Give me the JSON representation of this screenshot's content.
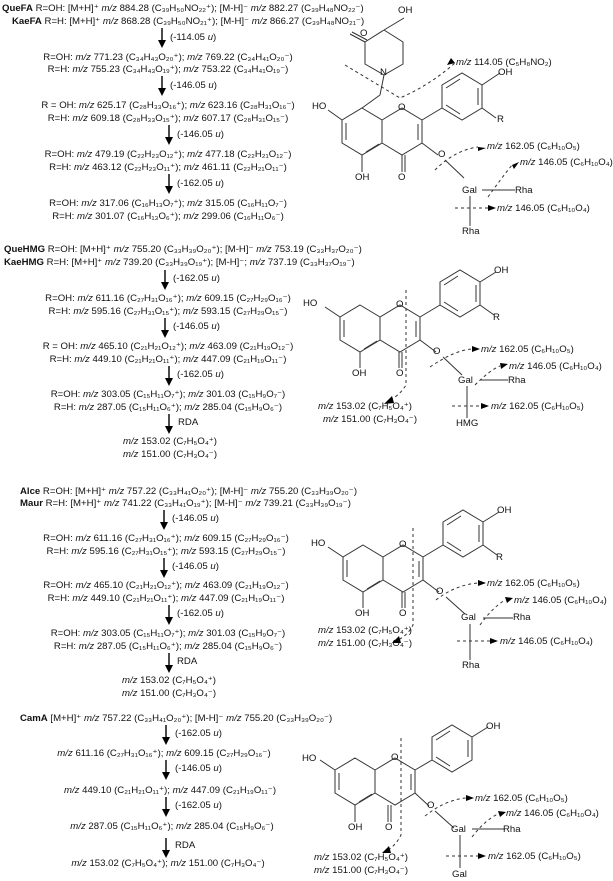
{
  "sections": [
    {
      "id": "quefa",
      "header": [
        {
          "name": "QueFA",
          "text": " R=OH: [M+H]⁺ m/z 884.28 (C₃₉H₅₀NO₂₂⁺); [M-H]⁻ m/z 882.27 (C₃₉H₄₈NO₂₂⁻)"
        },
        {
          "name": "KaeFA",
          "text": " R=H: [M+H]⁺ m/z 868.28 (C₃₉H₅₀NO₂₁⁺); [M-H]⁻ m/z 866.27 (C₃₉H₄₈NO₂₁⁻)"
        }
      ],
      "steps": [
        {
          "loss": "(-114.05 u)",
          "lines": [
            "R=OH: m/z 771.23 (C₃₄H₄₃O₂₀⁺); m/z 769.22 (C₃₄H₄₁O₂₀⁻)",
            "R=H: m/z 755.23 (C₃₄H₄₃O₁₉⁺); m/z 753.22 (C₃₄H₄₁O₁₉⁻)"
          ]
        },
        {
          "loss": "(-146.05 u)",
          "lines": [
            "R = OH: m/z 625.17 (C₂₈H₃₃O₁₆⁺); m/z 623.16 (C₂₈H₃₁O₁₆⁻)",
            "R=H: m/z 609.18 (C₂₈H₃₃O₁₅⁺); m/z 607.17 (C₂₈H₃₁O₁₅⁻)"
          ]
        },
        {
          "loss": "(-146.05 u)",
          "lines": [
            "R=OH: m/z 479.19 (C₂₂H₂₃O₁₂⁺); m/z 477.18 (C₂₂H₂₁O₁₂⁻)",
            "R=H: m/z 463.12 (C₂₂H₂₃O₁₁⁺); m/z 461.11 (C₂₂H₂₁O₁₁⁻)"
          ]
        },
        {
          "loss": "(-162.05 u)",
          "lines": [
            "R=OH: m/z 317.06 (C₁₆H₁₃O₇⁺); m/z 315.05 (C₁₆H₁₁O₇⁻)",
            "R=H: m/z 301.07 (C₁₆H₁₃O₆⁺); m/z 299.06 (C₁₆H₁₁O₆⁻)"
          ]
        }
      ],
      "structure": {
        "labels": {
          "oh_top": "OH",
          "o_carbonyl": "O",
          "n": "N",
          "ho": "HO",
          "oh_b": "OH",
          "r": "R",
          "o_ring": "O",
          "oh_5": "OH",
          "o_4": "O",
          "o_3": "O",
          "gal": "Gal",
          "rha1": "Rha",
          "rha2": "Rha"
        },
        "fragments": [
          "m/z 114.05 (C₅H₈NO₂)",
          "m/z 162.05 (C₆H₁₀O₅)",
          "m/z 146.05 (C₆H₁₀O₄)",
          "m/z 146.05 (C₆H₁₀O₄)"
        ]
      }
    },
    {
      "id": "quehmg",
      "header": [
        {
          "name": "QueHMG",
          "text": " R=OH: [M+H]⁺ m/z 755.20 (C₃₃H₃₉O₂₀⁺); [M-H]⁻ m/z 753.19 (C₃₃H₃₇O₂₀⁻)"
        },
        {
          "name": "KaeHMG",
          "text": " R=H: [M+H]⁺ m/z 739.20 (C₃₃H₃₉O₁₉⁺); [M-H]⁻; m/z 737.19 (C₃₃H₃₇O₁₉⁻)"
        }
      ],
      "steps": [
        {
          "loss": "(-162.05 u)",
          "lines": [
            "R=OH: m/z 611.16 (C₂₇H₃₁O₁₆⁺); m/z 609.15 (C₂₇H₂₉O₁₆⁻)",
            "R=H: m/z 595.16 (C₂₇H₃₁O₁₅⁺); m/z 593.15 (C₂₇H₂₉O₁₅⁻)"
          ]
        },
        {
          "loss": "(-146.05 u)",
          "lines": [
            "R = OH: m/z 465.10 (C₂₁H₂₁O₁₂⁺); m/z 463.09 (C₂₁H₁₉O₁₂⁻)",
            "R=H: m/z 449.10 (C₂₁H₂₁O₁₁⁺); m/z 447.09 (C₂₁H₁₉O₁₁⁻)"
          ]
        },
        {
          "loss": "(-162.05 u)",
          "lines": [
            "R=OH: m/z 303.05 (C₁₅H₁₁O₇⁺); m/z 301.03 (C₁₅H₉O₇⁻)",
            "R=H: m/z 287.05 (C₁₅H₁₁O₆⁺); m/z 285.04 (C₁₅H₉O₆⁻)"
          ]
        },
        {
          "loss": "RDA",
          "lines": [
            "m/z 153.02 (C₇H₅O₄⁺)",
            "m/z 151.00 (C₇H₃O₄⁻)"
          ]
        }
      ],
      "structure": {
        "labels": {
          "ho": "HO",
          "oh_b": "OH",
          "r": "R",
          "o_ring": "O",
          "oh_5": "OH",
          "o_4": "O",
          "o_3": "O",
          "gal": "Gal",
          "rha1": "Rha",
          "sub": "HMG"
        },
        "fragments": [
          "m/z 162.05 (C₆H₁₀O₅)",
          "m/z 146.05 (C₆H₁₀O₄)",
          "m/z 162.05 (C₆H₁₀O₅)"
        ],
        "rda": [
          "m/z 153.02 (C₇H₅O₄⁺)",
          "m/z 151.00 (C₇H₃O₄⁻)"
        ]
      }
    },
    {
      "id": "alce",
      "header": [
        {
          "name": "Alce",
          "text": " R=OH: [M+H]⁺ m/z 757.22 (C₃₃H₄₁O₂₀⁺); [M-H]⁻ m/z 755.20 (C₃₃H₃₉O₂₀⁻)"
        },
        {
          "name": "Maur",
          "text": " R=H: [M+H]⁺ m/z 741.22 (C₃₃H₄₁O₁₉⁺); [M-H]⁻ m/z 739.21 (C₃₃H₃₉O₁₉⁻)"
        }
      ],
      "steps": [
        {
          "loss": "(-146.05 u)",
          "lines": [
            "R=OH: m/z 611.16 (C₂₇H₃₁O₁₆⁺); m/z 609.15 (C₂₇H₂₉O₁₆⁻)",
            "R=H: m/z 595.16 (C₂₇H₃₁O₁₅⁺); m/z 593.15 (C₂₇H₂₉O₁₅⁻)"
          ]
        },
        {
          "loss": "(-146.05 u)",
          "lines": [
            "R=OH: m/z 465.10 (C₂₁H₂₁O₁₂⁺); m/z 463.09 (C₂₁H₁₉O₁₂⁻)",
            "R=H: m/z 449.10 (C₂₁H₂₁O₁₁⁺); m/z 447.09 (C₂₁H₁₉O₁₁⁻)"
          ]
        },
        {
          "loss": "(-162.05 u)",
          "lines": [
            "R=OH: m/z 303.05 (C₁₅H₁₁O₇⁺); m/z 301.03 (C₁₅H₉O₇⁻)",
            "R=H: m/z 287.05 (C₁₅H₁₁O₆⁺); m/z 285.04 (C₁₅H₉O₆⁻)"
          ]
        },
        {
          "loss": "RDA",
          "lines": [
            "m/z 153.02 (C₇H₅O₄⁺)",
            "m/z 151.00 (C₇H₃O₄⁻)"
          ]
        }
      ],
      "structure": {
        "labels": {
          "ho": "HO",
          "oh_b": "OH",
          "r": "R",
          "o_ring": "O",
          "oh_5": "OH",
          "o_4": "O",
          "o_3": "O",
          "gal": "Gal",
          "rha1": "Rha",
          "sub": "Rha"
        },
        "fragments": [
          "m/z 162.05 (C₆H₁₀O₅)",
          "m/z 146.05 (C₆H₁₀O₄)",
          "m/z 146.05 (C₆H₁₀O₄)"
        ],
        "rda": [
          "m/z 153.02 (C₇H₅O₄⁺)",
          "m/z 151.00 (C₇H₃O₄⁻)"
        ]
      }
    },
    {
      "id": "cama",
      "header": [
        {
          "name": "CamA",
          "text": " [M+H]⁺ m/z 757.22 (C₃₃H₄₁O₂₀⁺); [M-H]⁻ m/z 755.20 (C₃₃H₃₉O₂₀⁻)"
        }
      ],
      "steps": [
        {
          "loss": "(-162.05 u)",
          "lines": [
            "m/z 611.16 (C₂₇H₃₁O₁₆⁺); m/z 609.15 (C₂₇H₂₉O₁₆⁻)"
          ]
        },
        {
          "loss": "(-146.05 u)",
          "lines": [
            "m/z 449.10 (C₂₁H₂₁O₁₁⁺); m/z 447.09 (C₂₁H₁₉O₁₁⁻)"
          ]
        },
        {
          "loss": "(-162.05 u)",
          "lines": [
            "m/z 287.05 (C₁₅H₁₁O₆⁺); m/z 285.04 (C₁₅H₉O₆⁻)"
          ]
        },
        {
          "loss": "RDA",
          "lines": [
            "m/z 153.02 (C₇H₅O₄⁺); m/z 151.00 (C₇H₃O₄⁻)"
          ]
        }
      ],
      "structure": {
        "labels": {
          "ho": "HO",
          "oh_b": "OH",
          "o_ring": "O",
          "oh_5": "OH",
          "o_4": "O",
          "o_3": "O",
          "gal": "Gal",
          "rha1": "Rha",
          "sub": "Gal"
        },
        "fragments": [
          "m/z 162.05 (C₆H₁₀O₅)",
          "m/z 146.05 (C₆H₁₀O₄)",
          "m/z 162.05 (C₆H₁₀O₅)"
        ],
        "rda": [
          "m/z 153.02 (C₇H₅O₄⁺)",
          "m/z 151.00 (C₇H₃O₄⁻)"
        ]
      }
    }
  ]
}
